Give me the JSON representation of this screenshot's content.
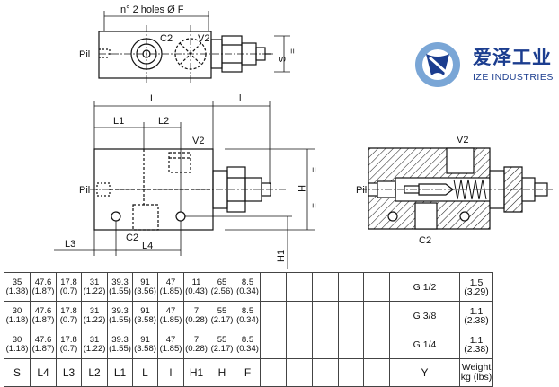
{
  "drawing": {
    "top_view": {
      "holes_note": "n° 2 holes Ø F",
      "port_pil": "Pil",
      "port_c2": "C2",
      "port_v2": "V2",
      "dim_s": "S"
    },
    "front_view": {
      "dim_L": "L",
      "dim_l": "l",
      "dim_L1": "L1",
      "dim_L2": "L2",
      "dim_L3": "L3",
      "dim_L4": "L4",
      "dim_H": "H",
      "dim_H1": "H1",
      "port_pil": "Pil",
      "port_c2": "C2",
      "port_v2": "V2"
    },
    "section_view": {
      "port_v2": "V2",
      "port_pil": "Pil",
      "port_c2": "C2"
    }
  },
  "logo": {
    "icon": "ize-industries-logo-icon",
    "text_cn": "爱泽工业",
    "text_en": "IZE INDUSTRIES"
  },
  "table": {
    "rows": [
      {
        "S": "35\n(1.38)",
        "L4": "47.6\n(1.87)",
        "L3": "17.8\n(0.7)",
        "L2": "31\n(1.22)",
        "L1": "39.3\n(1.55)",
        "L": "91\n(3.56)",
        "l": "47\n(1.85)",
        "H1": "11\n(0.43)",
        "H": "65\n(2.56)",
        "F": "8.5\n(0.34)",
        "Y": "G 1/2",
        "W": "1.5\n(3.29)"
      },
      {
        "S": "30\n(1.18)",
        "L4": "47.6\n(1.87)",
        "L3": "17.8\n(0.7)",
        "L2": "31\n(1.22)",
        "L1": "39.3\n(1.55)",
        "L": "91\n(3.58)",
        "l": "47\n(1.85)",
        "H1": "7\n(0.28)",
        "H": "55\n(2.17)",
        "F": "8.5\n(0.34)",
        "Y": "G 3/8",
        "W": "1.1\n(2.38)"
      },
      {
        "S": "30\n(1.18)",
        "L4": "47.6\n(1.87)",
        "L3": "17.8\n(0.7)",
        "L2": "31\n(1.22)",
        "L1": "39.3\n(1.55)",
        "L": "91\n(3.58)",
        "l": "47\n(1.85)",
        "H1": "7\n(0.28)",
        "H": "55\n(2.17)",
        "F": "8.5\n(0.34)",
        "Y": "G 1/4",
        "W": "1.1\n(2.38)"
      }
    ],
    "header": {
      "S": "S",
      "L4": "L4",
      "L3": "L3",
      "L2": "L2",
      "L1": "L1",
      "L": "L",
      "l": "l",
      "H1": "H1",
      "H": "H",
      "F": "F",
      "Y": "Y",
      "W": "Weight\nkg (lbs)"
    }
  }
}
